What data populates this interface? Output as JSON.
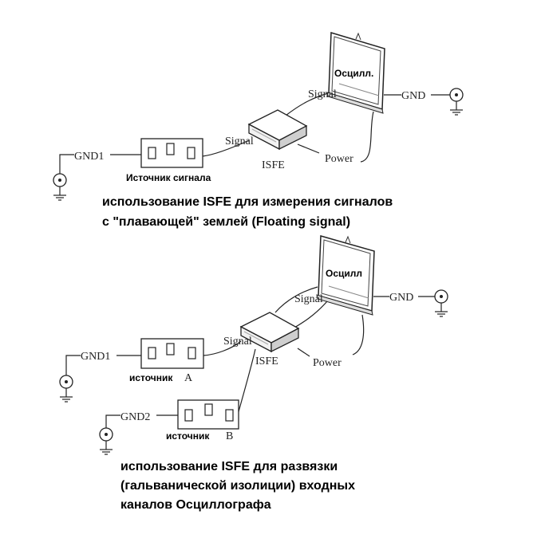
{
  "diagram1": {
    "oscilloscope_label": "Осцилл.",
    "signal_label_scope": "Signal",
    "gnd_label_scope": "GND",
    "signal_label_source": "Signal",
    "isfe_label": "ISFE",
    "power_label": "Power",
    "gnd1_label": "GND1",
    "source_label": "Источник сигнала",
    "caption_line1": "использование ISFE для измерения сигналов",
    "caption_line2": "с \"плавающей\"  землей (Floating signal)"
  },
  "diagram2": {
    "oscilloscope_label": "Осцилл",
    "signal_label_scope": "Signal",
    "gnd_label_scope": "GND",
    "signal_label_source": "Signal",
    "isfe_label": "ISFE",
    "power_label": "Power",
    "gnd1_label": "GND1",
    "gnd2_label": "GND2",
    "source_a_prefix": "источник",
    "source_a_letter": "A",
    "source_b_prefix": "источник",
    "source_b_letter": "B",
    "caption_line1": "использование ISFE для развязки",
    "caption_line2": "(гальванической изолиции) входных",
    "caption_line3": "каналов Осциллографа"
  }
}
